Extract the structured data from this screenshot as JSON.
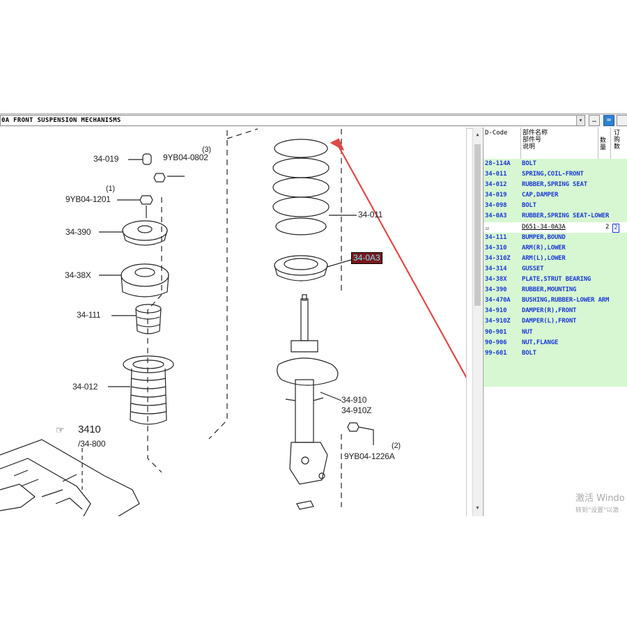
{
  "toolbar": {
    "title": "0A  FRONT SUSPENSION MECHANISMS",
    "dropdown_glyph": "▾",
    "nav_glyph": "…",
    "view_glyph": "∞"
  },
  "diagram": {
    "labels": {
      "p34_019": "34-019",
      "p9yb04_0802": "9YB04-0802",
      "p9yb04_0802_qty": "(3)",
      "p9yb04_1201": "9YB04-1201",
      "p9yb04_1201_qty": "(1)",
      "p34_390": "34-390",
      "p34_38x": "34-38X",
      "p34_111": "34-111",
      "p34_012": "34-012",
      "p3410": "3410",
      "p34_800": "/34-800",
      "p34_011": "34-011",
      "p34_0a3": "34-0A3",
      "p34_910": "34-910",
      "p34_910z": "34-910Z",
      "p9yb04_1226a": "9YB04-1226A",
      "p9yb04_1226a_qty": "(2)"
    }
  },
  "parts_list": {
    "headers": {
      "dcode": "D-Code",
      "name": "部件名称\n部件号\n说明",
      "qty": "数\n量",
      "order": "订\n购\n数"
    },
    "rows": [
      {
        "code": "28-114A",
        "desc": "BOLT"
      },
      {
        "code": "34-011",
        "desc": "SPRING,COIL-FRONT"
      },
      {
        "code": "34-012",
        "desc": "RUBBER,SPRING SEAT"
      },
      {
        "code": "34-019",
        "desc": "CAP,DAMPER"
      },
      {
        "code": "34-098",
        "desc": "BOLT"
      },
      {
        "code": "34-0A3",
        "desc": "RUBBER,SPRING SEAT-LOWER"
      },
      {
        "code": "",
        "desc": "D651-34-0A3A",
        "qty": "2",
        "order": "2",
        "sub": true
      },
      {
        "code": "34-111",
        "desc": "BUMPER,BOUND"
      },
      {
        "code": "34-310",
        "desc": "ARM(R),LOWER"
      },
      {
        "code": "34-310Z",
        "desc": "ARM(L),LOWER"
      },
      {
        "code": "34-314",
        "desc": "GUSSET"
      },
      {
        "code": "34-38X",
        "desc": "PLATE,STRUT BEARING"
      },
      {
        "code": "34-390",
        "desc": "RUBBER,MOUNTING"
      },
      {
        "code": "34-470A",
        "desc": "BUSHING,RUBBER-LOWER ARM"
      },
      {
        "code": "34-910",
        "desc": "DAMPER(R),FRONT"
      },
      {
        "code": "34-910Z",
        "desc": "DAMPER(L),FRONT"
      },
      {
        "code": "90-901",
        "desc": "NUT"
      },
      {
        "code": "90-906",
        "desc": "NUT,FLANGE"
      },
      {
        "code": "99-601",
        "desc": "BOLT"
      }
    ]
  },
  "watermark": {
    "line1": "激活 Windo",
    "line2": "转到\"设置\"以激"
  },
  "colors": {
    "row_bg": "#d6f7d2",
    "row_text": "#1b3bd6",
    "highlight_bg": "#7a1a1a",
    "highlight_text": "#7fe0ff",
    "arrow": "#e04848"
  }
}
